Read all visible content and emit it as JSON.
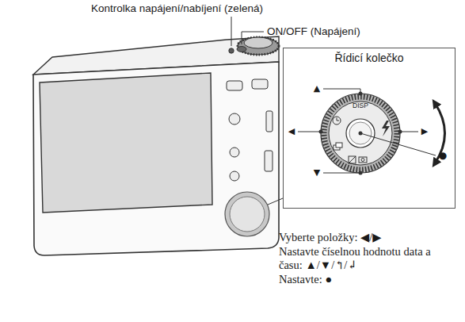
{
  "diagram": {
    "nodes": [
      {
        "text": [
          "Řídicí kolečko"
        ]
      }
    ],
    "labels": [
      "Kontrolka napájení/nabíjení (zelená)",
      "ON/OFF (Napájení)",
      "DISP",
      "▲",
      "◀",
      "▶",
      "▼",
      "●",
      "Vyberte položky: ◀/▶",
      "Nastavte číselnou hodnotu data a času: ▲/▼/↰/↲",
      "Nastavte: ●"
    ]
  }
}
